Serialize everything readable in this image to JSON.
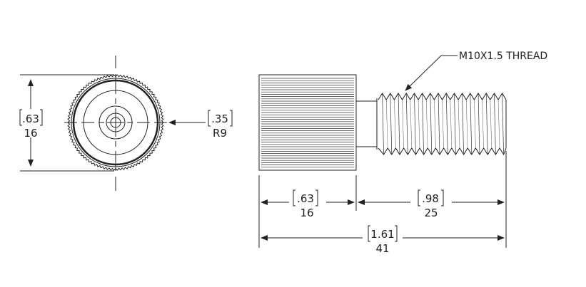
{
  "callout": {
    "thread": "M10X1.5 THREAD"
  },
  "dims": {
    "diameter": {
      "inch": ".63",
      "mm": "16"
    },
    "radius": {
      "inch": ".35",
      "mm": "R9"
    },
    "head_length": {
      "inch": ".63",
      "mm": "16"
    },
    "thread_length": {
      "inch": ".98",
      "mm": "25"
    },
    "overall_length": {
      "inch": "1.61",
      "mm": "41"
    }
  }
}
